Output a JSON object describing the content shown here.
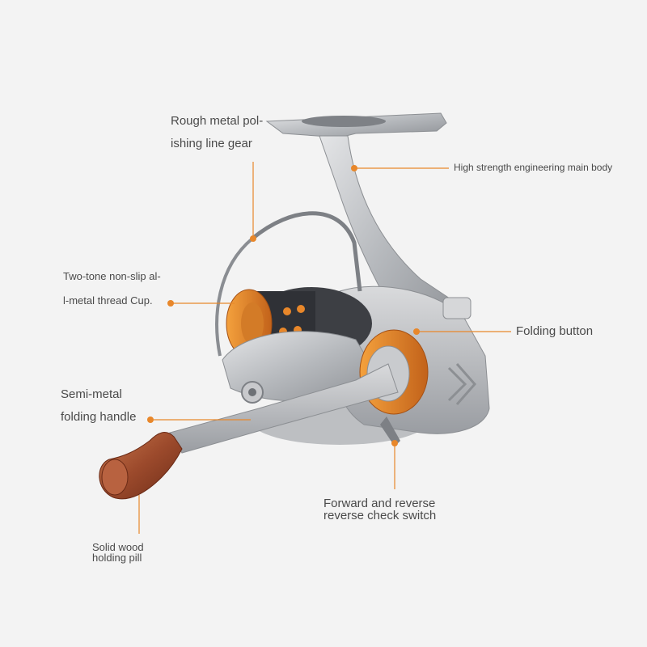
{
  "image": {
    "subject": "spinning fishing reel",
    "background_color": "#f3f3f3",
    "accent_color": "#e8872a",
    "body_color": "#b9bcc0",
    "wood_color": "#9c4a2c"
  },
  "callouts": {
    "line_gear": {
      "line1": "Rough metal pol-",
      "line2": "ishing line gear"
    },
    "main_body": {
      "text": "High strength engineering main body"
    },
    "thread_cup": {
      "line1": "Two-tone non-slip al-",
      "line2": "l-metal thread Cup."
    },
    "folding_button": {
      "text": "Folding button"
    },
    "folding_handle": {
      "line1": "Semi-metal",
      "line2": "folding handle"
    },
    "check_switch": {
      "line1": "Forward and reverse",
      "line2": "reverse check switch"
    },
    "wood_knob": {
      "line1": "Solid wood",
      "line2": "holding pill"
    }
  }
}
